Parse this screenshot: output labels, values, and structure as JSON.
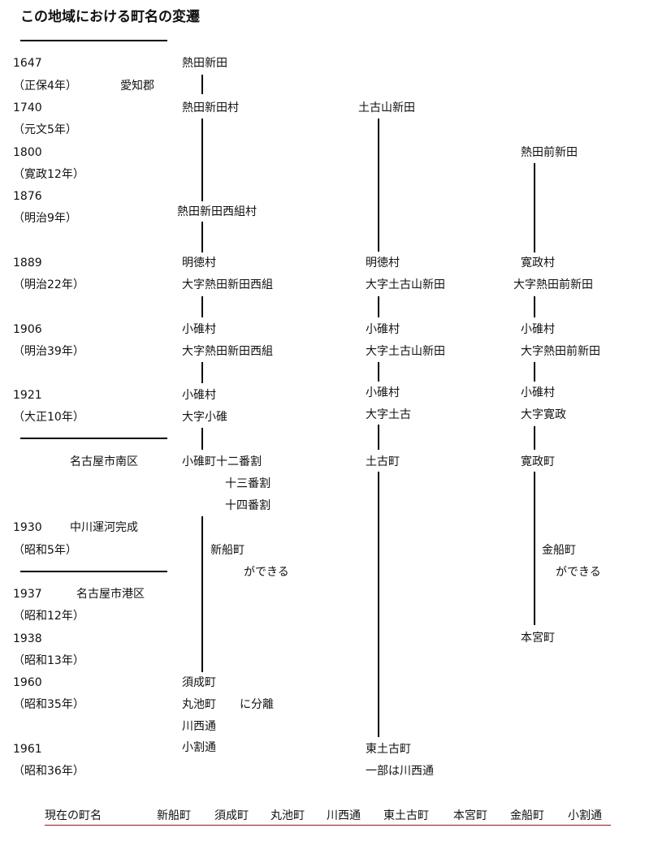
{
  "title": "この地域における町名の変遷",
  "timeline": [
    {
      "year": "1647",
      "era": "（正保4年）"
    },
    {
      "year": "1740",
      "era": "（元文5年）"
    },
    {
      "year": "1800",
      "era": "（寛政12年）"
    },
    {
      "year": "1876",
      "era": "（明治9年）"
    },
    {
      "year": "1889",
      "era": "（明治22年）"
    },
    {
      "year": "1906",
      "era": "（明治39年）"
    },
    {
      "year": "1921",
      "era": "（大正10年）"
    },
    {
      "year": "1930",
      "era": "（昭和5年）"
    },
    {
      "year": "1937",
      "era": "（昭和12年）"
    },
    {
      "year": "1938",
      "era": "（昭和13年）"
    },
    {
      "year": "1960",
      "era": "（昭和35年）"
    },
    {
      "year": "1961",
      "era": "（昭和36年）"
    }
  ],
  "notes": {
    "aichi": "愛知郡",
    "minami": "名古屋市南区",
    "canal": "中川運河完成",
    "minato": "名古屋市港区"
  },
  "col1": {
    "a": "熱田新田",
    "b": "熱田新田村",
    "c": "熱田新田西組村",
    "d1": "明徳村",
    "d2": "大字熱田新田西組",
    "e1": "小碓村",
    "e2": "大字熱田新田西組",
    "f1": "小碓村",
    "f2": "大字小碓",
    "g1": "小碓町十二番割",
    "g2": "十三番割",
    "g3": "十四番割",
    "h1": "新船町",
    "h2": "ができる",
    "i1": "須成町",
    "i2": "丸池町",
    "i3": "に分離",
    "i4": "川西通",
    "i5": "小割通"
  },
  "col2": {
    "a": "土古山新田",
    "b1": "明徳村",
    "b2": "大字土古山新田",
    "c1": "小碓村",
    "c2": "大字土古山新田",
    "d1": "小碓村",
    "d2": "大字土古",
    "e": "土古町",
    "f1": "東土古町",
    "f2": "一部は川西通"
  },
  "col3": {
    "a": "熱田前新田",
    "b1": "寛政村",
    "b2": "大字熱田前新田",
    "c1": "小碓村",
    "c2": "大字熱田前新田",
    "d1": "小碓村",
    "d2": "大字寛政",
    "e": "寛政町",
    "f1": "金船町",
    "f2": "ができる",
    "g": "本宮町"
  },
  "current": {
    "label": "現在の町名",
    "names": [
      "新船町",
      "須成町",
      "丸池町",
      "川西通",
      "東土古町",
      "本宮町",
      "金船町",
      "小割通"
    ]
  }
}
